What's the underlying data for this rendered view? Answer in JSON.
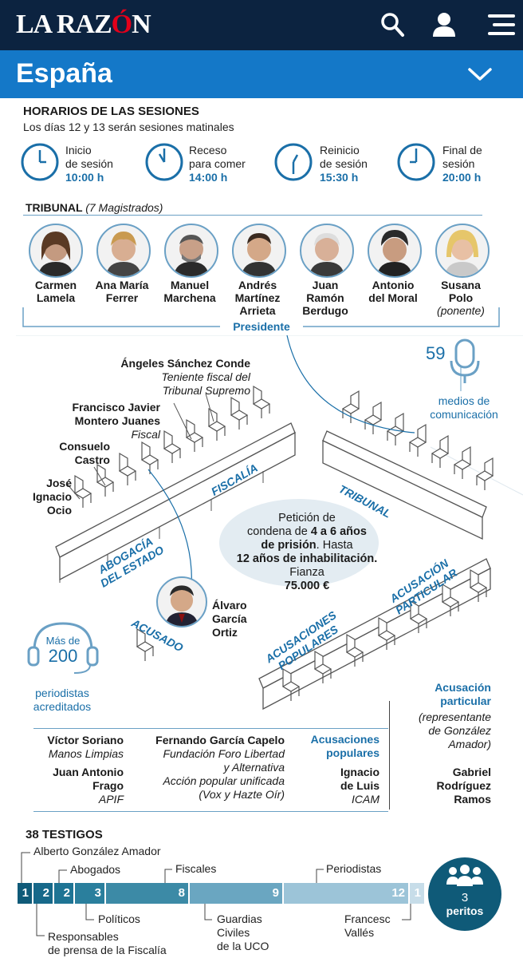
{
  "header": {
    "logo_main": "LA RAZ",
    "logo_accent": "Ó",
    "logo_end": "N",
    "section_title": "España"
  },
  "icons": {
    "search": "search-icon",
    "user": "user-icon",
    "menu": "menu-icon",
    "chevron": "chevron-down-icon"
  },
  "colors": {
    "topbar": "#0c2340",
    "section": "#1478c8",
    "accent": "#1a6fa8",
    "bar_dark": "#0f5a78"
  },
  "sessions": {
    "title": "HORARIOS DE LAS SESIONES",
    "subtitle": "Los días 12 y 13 serán sesiones matinales",
    "items": [
      {
        "l1": "Inicio",
        "l2": "de sesión",
        "time": "10:00 h"
      },
      {
        "l1": "Receso",
        "l2": "para comer",
        "time": "14:00 h"
      },
      {
        "l1": "Reinicio",
        "l2": "de sesión",
        "time": "15:30 h"
      },
      {
        "l1": "Final de",
        "l2": "sesión",
        "time": "20:00 h"
      }
    ]
  },
  "tribunal": {
    "title": "TRIBUNAL",
    "count": "(7 Magistrados)",
    "president_label": "Presidente",
    "members": [
      {
        "l1": "Carmen",
        "l2": "Lamela",
        "l3": ""
      },
      {
        "l1": "Ana María",
        "l2": "Ferrer",
        "l3": ""
      },
      {
        "l1": "Manuel",
        "l2": "Marchena",
        "l3": ""
      },
      {
        "l1": "Andrés",
        "l2": "Martínez",
        "l3": "Arrieta"
      },
      {
        "l1": "Juan",
        "l2": "Ramón",
        "l3": "Berdugo"
      },
      {
        "l1": "Antonio",
        "l2": "del Moral",
        "l3": ""
      },
      {
        "l1": "Susana",
        "l2": "Polo",
        "l3": "(ponente)"
      }
    ]
  },
  "room": {
    "angeles_name": "Ángeles Sánchez Conde",
    "angeles_role1": "Teniente fiscal del",
    "angeles_role2": "Tribunal Supremo",
    "francisco_1": "Francisco Javier",
    "francisco_2": "Montero Juanes",
    "francisco_role": "Fiscal",
    "consuelo_1": "Consuelo",
    "consuelo_2": "Castro",
    "jose_1": "José",
    "jose_2": "Ignacio",
    "jose_3": "Ocio",
    "media_count": "59",
    "media_1": "medios de",
    "media_2": "comunicación",
    "fiscalia": "FISCALÍA",
    "tribunal_label": "TRIBUNAL",
    "abogacia_1": "ABOGACÍA",
    "abogacia_2": "DEL ESTADO",
    "acusado_label": "ACUSADO",
    "acusado_1": "Álvaro",
    "acusado_2": "García",
    "acusado_3": "Ortiz",
    "acus_pop_1": "ACUSACIONES",
    "acus_pop_2": "POPULARES",
    "acus_part_1": "ACUSACIÓN",
    "acus_part_2": "PARTICULAR",
    "press_pre": "Más de",
    "press_num": "200",
    "press_1": "periodistas",
    "press_2": "acreditados"
  },
  "petition": {
    "l1": "Petición de",
    "l2a": "condena de ",
    "l2b": "4 a 6 años",
    "l3a": "de prisión",
    "l3b": ". Hasta",
    "l4": "12 años de inhabilitación.",
    "l5": "Fianza",
    "l6": "75.000 €"
  },
  "accusations": {
    "part_title_1": "Acusación",
    "part_title_2": "particular",
    "part_role_1": "(representante",
    "part_role_2": "de González",
    "part_role_3": "Amador)",
    "pop_title_1": "Acusaciones",
    "pop_title_2": "populares",
    "victor": "Víctor Soriano",
    "victor_org": "Manos Limpias",
    "juan_1": "Juan Antonio",
    "juan_2": "Frago",
    "juan_org": "APIF",
    "fernando": "Fernando García Capelo",
    "fernando_org1": "Fundación Foro Libertad",
    "fernando_org2": "y Alternativa",
    "accion_1": "Acción popular unificada",
    "accion_2": "(Vox y Hazte Oír)",
    "ignacio_1": "Ignacio",
    "ignacio_2": "de Luis",
    "ignacio_org": "ICAM",
    "gabriel_1": "Gabriel",
    "gabriel_2": "Rodríguez",
    "gabriel_3": "Ramos"
  },
  "witnesses": {
    "title": "38 TESTIGOS",
    "segments": [
      {
        "value": "1",
        "color": "#0f5a78"
      },
      {
        "value": "2",
        "color": "#17698a"
      },
      {
        "value": "2",
        "color": "#1e7494"
      },
      {
        "value": "3",
        "color": "#2a7f9d"
      },
      {
        "value": "8",
        "color": "#3c8aa6"
      },
      {
        "value": "9",
        "color": "#6aa6c1"
      },
      {
        "value": "12",
        "color": "#9cc4d8"
      },
      {
        "value": "1",
        "color": "#c7dde9"
      }
    ],
    "labels": {
      "alberto": "Alberto González Amador",
      "abogados": "Abogados",
      "fiscales": "Fiscales",
      "periodistas": "Periodistas",
      "politicos": "Políticos",
      "resp_1": "Responsables",
      "resp_2": "de prensa de la Fiscalía",
      "guardias_1": "Guardias",
      "guardias_2": "Civiles",
      "guardias_3": "de la UCO",
      "francesc_1": "Francesc",
      "francesc_2": "Vallés"
    },
    "peritos_num": "3",
    "peritos_label": "peritos"
  }
}
